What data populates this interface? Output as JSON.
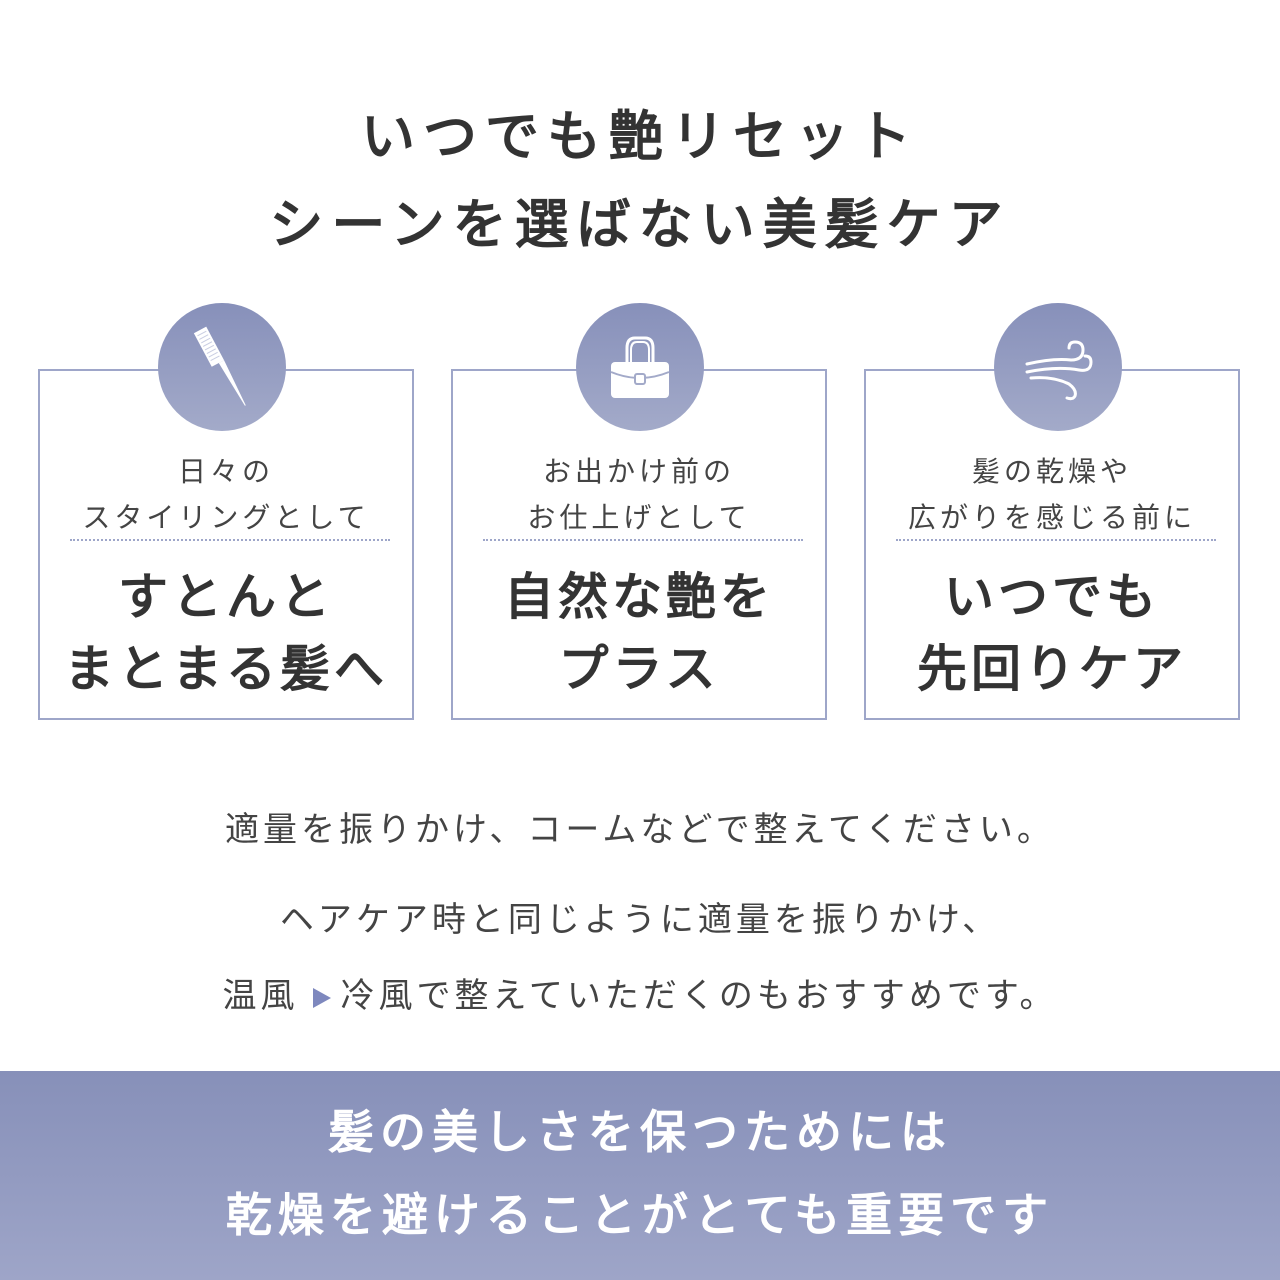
{
  "header": {
    "line1": "いつでも艶リセット",
    "line2": "シーンを選ばない美髪ケア"
  },
  "cards": [
    {
      "icon": "comb-icon",
      "sub_line1": "日々の",
      "sub_line2": "スタイリングとして",
      "main_line1": "すとんと",
      "main_line2": "まとまる髪へ"
    },
    {
      "icon": "handbag-icon",
      "sub_line1": "お出かけ前の",
      "sub_line2": "お仕上げとして",
      "main_line1": "自然な艶を",
      "main_line2": "プラス"
    },
    {
      "icon": "wind-icon",
      "sub_line1": "髪の乾燥や",
      "sub_line2": "広がりを感じる前に",
      "main_line1": "いつでも",
      "main_line2": "先回りケア"
    }
  ],
  "instructions": {
    "line1": "適量を振りかけ、コームなどで整えてください。",
    "line2": "ヘアケア時と同じように適量を振りかけ、",
    "line3_before": "温風",
    "line3_after": "冷風で整えていただくのもおすすめです。"
  },
  "banner": {
    "line1": "髪の美しさを保つためには",
    "line2": "乾燥を避けることがとても重要です"
  },
  "colors": {
    "accent": "#8790ba",
    "border": "#9ea6c9",
    "text": "#333333"
  }
}
